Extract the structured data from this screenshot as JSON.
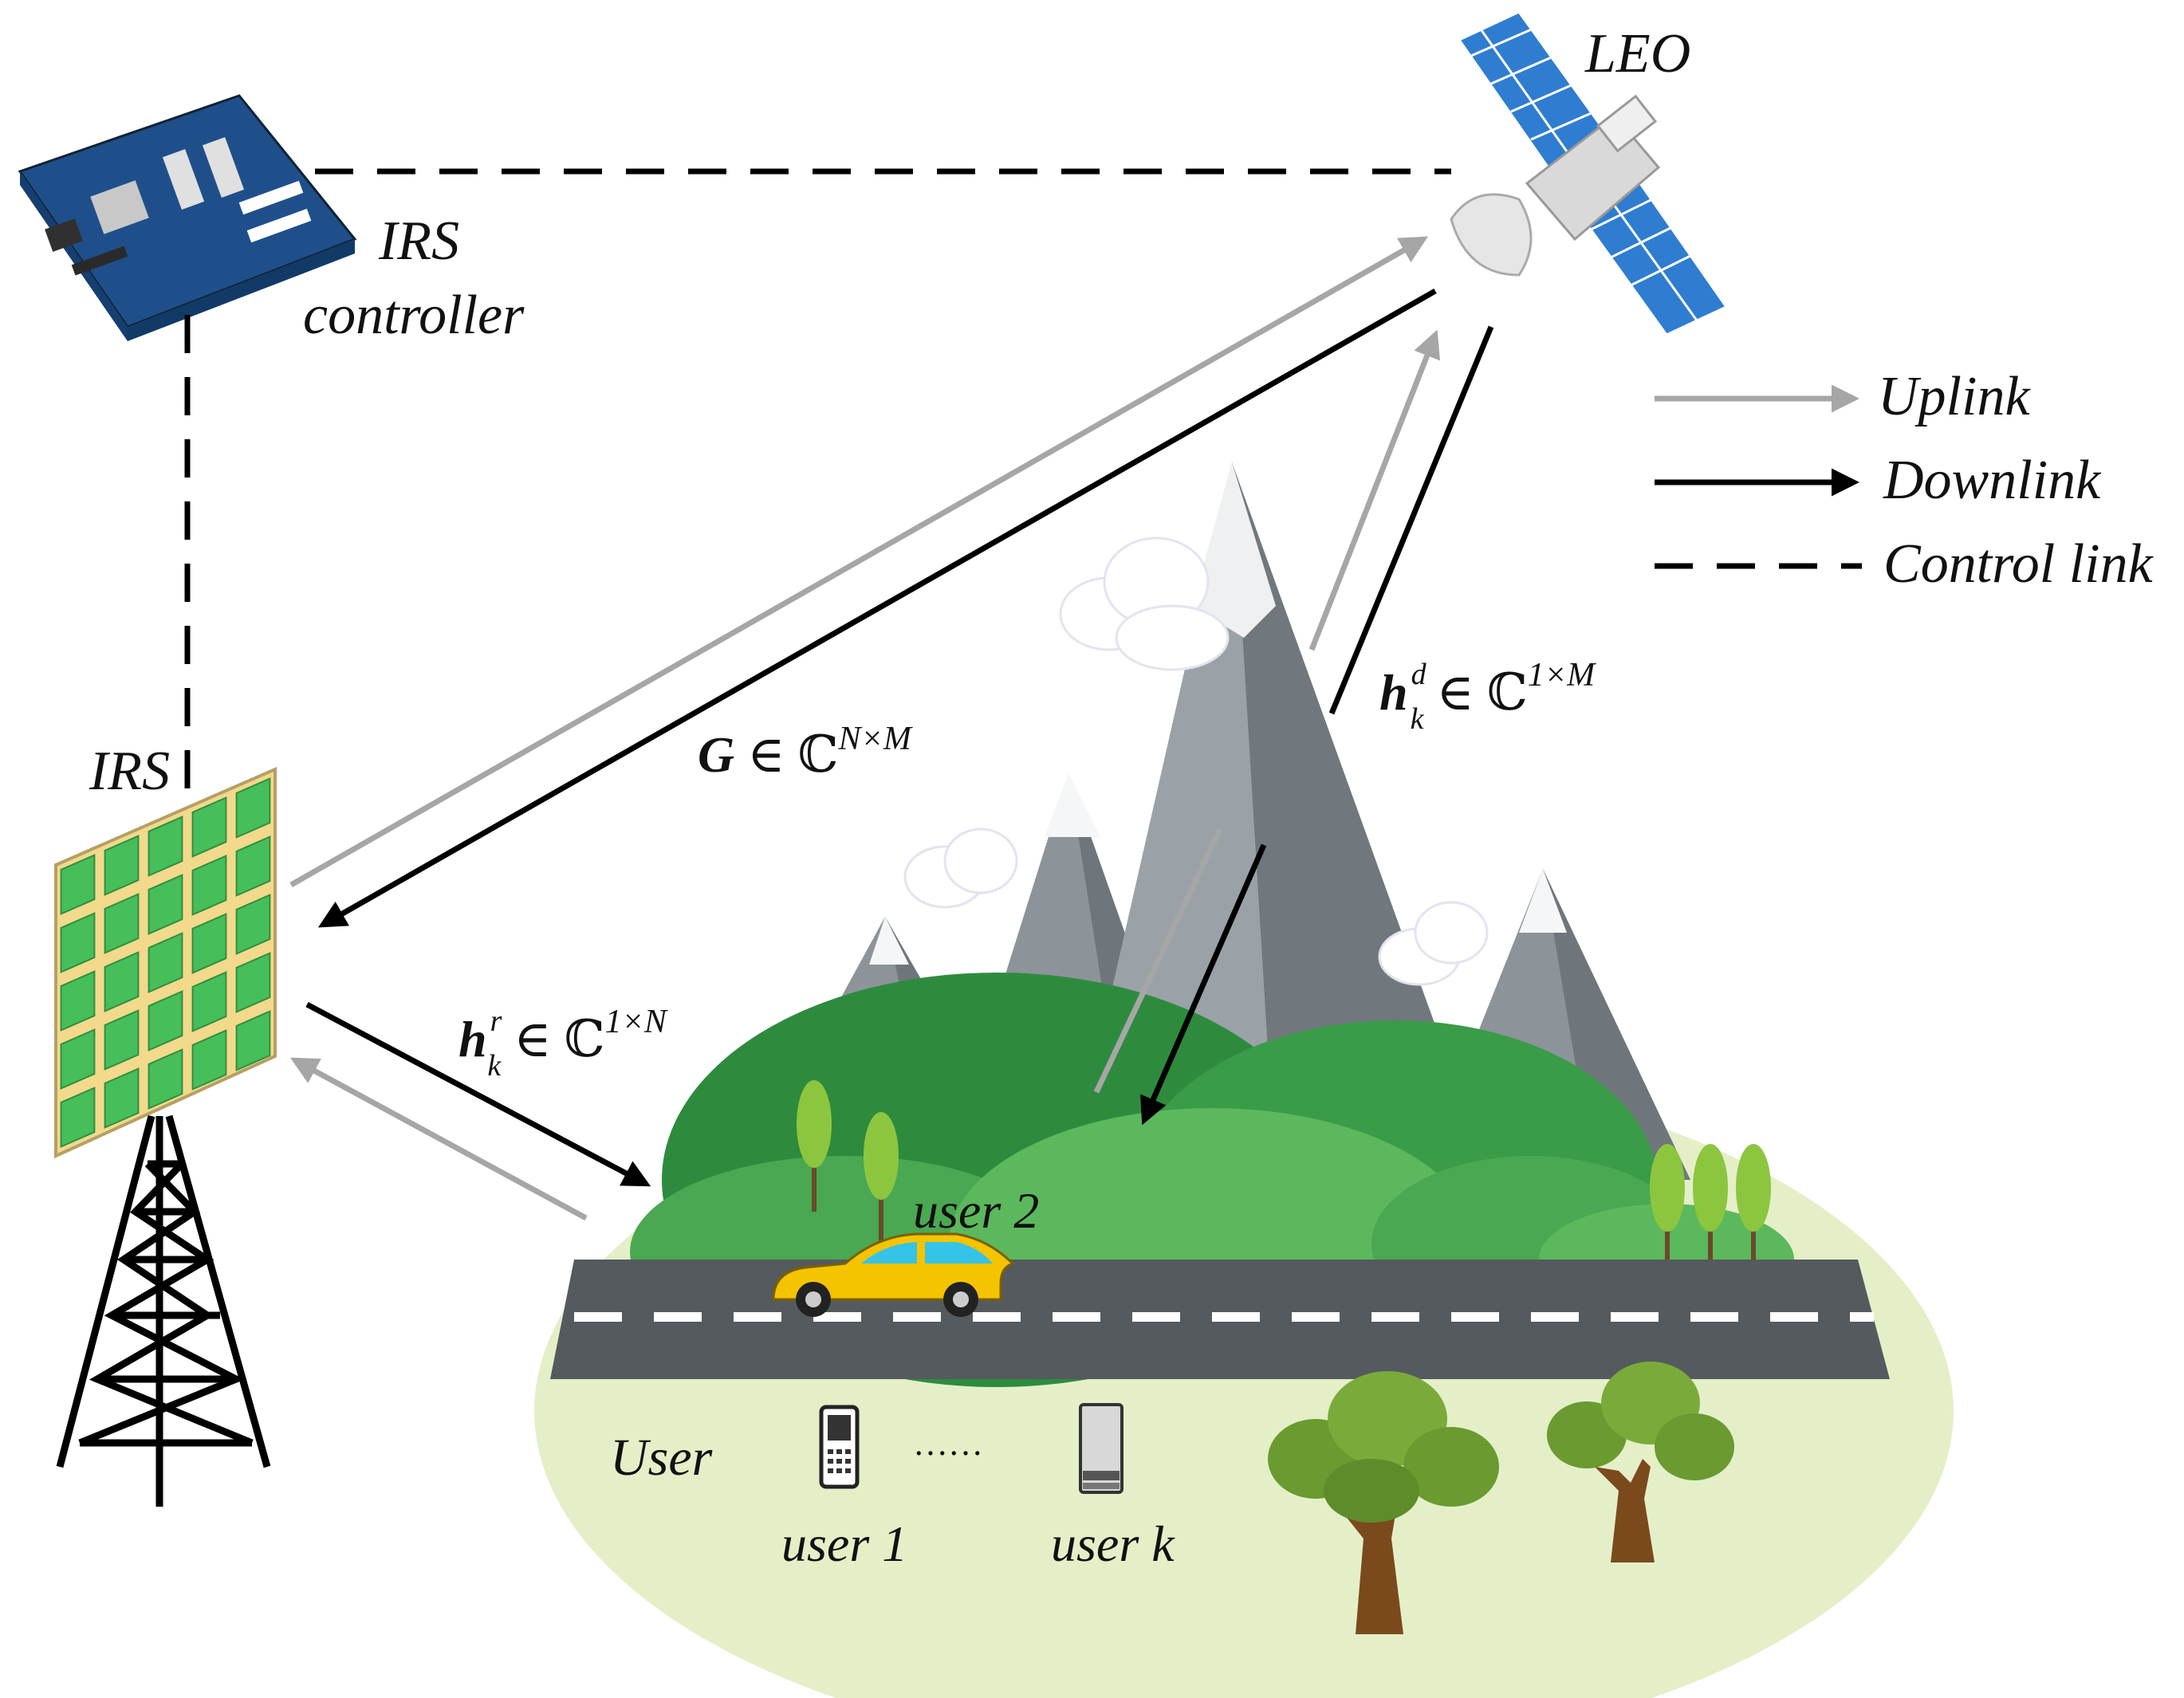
{
  "labels": {
    "leo": "LEO",
    "irs_controller_line1": "IRS",
    "irs_controller_line2": "controller",
    "irs": "IRS",
    "user2": "user 2",
    "user_group": "User",
    "user1": "user 1",
    "userk": "user k",
    "dots": "……"
  },
  "legend": {
    "uplink": "Uplink",
    "downlink": "Downlink",
    "control": "Control link"
  },
  "equations": {
    "G": {
      "sym": "G",
      "rel": " ∈ ℂ",
      "sup": "N×M"
    },
    "hd": {
      "sym": "h",
      "sup_small": "d",
      "sub": "k",
      "rel": " ∈ ℂ",
      "sup": "1×M"
    },
    "hr": {
      "sym": "h",
      "sup_small": "r",
      "sub": "k",
      "rel": " ∈ ℂ",
      "sup": "1×N"
    }
  },
  "colors": {
    "uplink": "#a6a6a6",
    "downlink": "#000000",
    "control": "#000000",
    "irs_cell": "#46be5a",
    "irs_frame": "#f2d98c",
    "car": "#f5c400",
    "ground": "#e4efc8",
    "hill_dark": "#2e8b3e",
    "hill_light": "#5cb85c",
    "mountain": "#8c9499",
    "road": "#555a5e",
    "solar_panel": "#2f7dd0"
  },
  "icons": {
    "controller": "motherboard-icon",
    "satellite": "satellite-icon",
    "tower": "lattice-tower-icon",
    "car": "car-icon",
    "phone": "flip-phone-icon",
    "device": "tower-pc-icon",
    "tree": "tree-icon",
    "cloud": "cloud-icon"
  }
}
